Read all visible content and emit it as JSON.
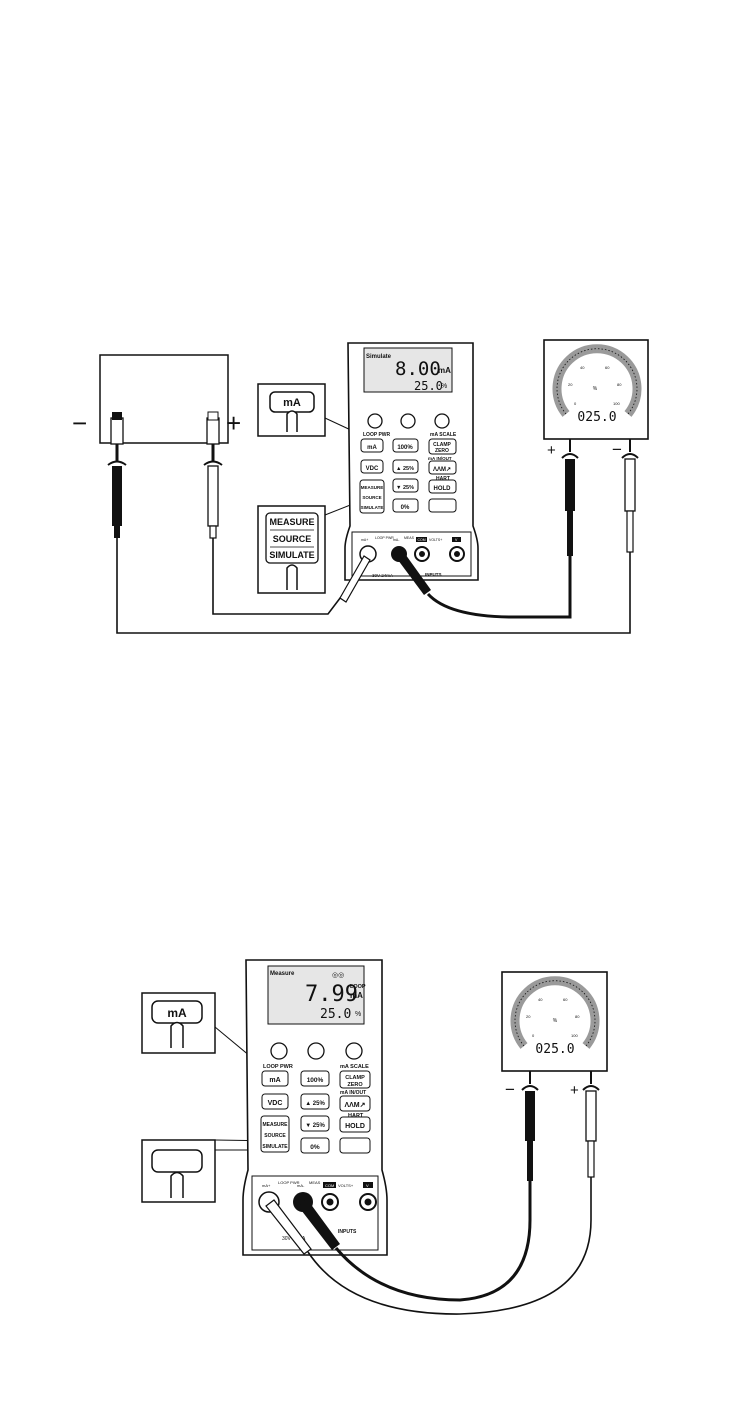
{
  "colors": {
    "ink": "#111111",
    "paper": "#ffffff",
    "lcd": "#e6e6e6",
    "gauge_band": "#9a9a9a"
  },
  "simulate_diagram": {
    "callout_button": "mA",
    "callout_mode": [
      "MEASURE",
      "SOURCE",
      "SIMULATE"
    ],
    "supply_minus": "−",
    "supply_plus": "+",
    "meter_plus": "+",
    "meter_minus": "−",
    "calibrator": {
      "mode_label": "Simulate",
      "primary": "8.00",
      "primary_unit": "mA",
      "secondary": "25.0",
      "secondary_unit": "%",
      "top_keys": [
        "power-icon",
        "backlight-icon",
        "brightness-icon"
      ],
      "loop_pwr": "LOOP PWR",
      "ma_scale": "mA SCALE",
      "btn_ma": "mA",
      "btn_100": "100%",
      "btn_clamp": "CLAMP",
      "btn_zero": "ZERO",
      "ma_in_out": "mA IN/OUT",
      "btn_vdc": "VDC",
      "btn_up25": "▲ 25%",
      "btn_wave": "ΛΛM↗",
      "hart": "HART",
      "btn_down25": "▼ 25%",
      "btn_hold": "HOLD",
      "btn_mode": [
        "MEASURE",
        "SOURCE",
        "SIMULATE"
      ],
      "btn_0": "0%",
      "jack_labels": [
        "mA+",
        "LOOP PWR",
        "mA-",
        "MEAS",
        "COM",
        "VOLTS+",
        "V"
      ],
      "inputs": "INPUTS",
      "warning": "30V 24mA"
    },
    "gauge": {
      "ticks": [
        "0",
        "20",
        "40",
        "60",
        "80",
        "100"
      ],
      "unit": "%",
      "readout": "025.0"
    }
  },
  "measure_diagram": {
    "callout_button": "mA",
    "meter_minus": "−",
    "meter_plus": "+",
    "calibrator": {
      "mode_label": "Measure",
      "primary": "7.99",
      "primary_unit_top": "LOOP",
      "primary_unit": "mA",
      "secondary": "25.0",
      "secondary_unit": "%",
      "top_keys": [
        "power-icon",
        "backlight-icon",
        "brightness-icon"
      ],
      "loop_pwr": "LOOP PWR",
      "ma_scale": "mA SCALE",
      "btn_ma": "mA",
      "btn_100": "100%",
      "btn_clamp": "CLAMP",
      "btn_zero": "ZERO",
      "ma_in_out": "mA IN/OUT",
      "btn_vdc": "VDC",
      "btn_up25": "▲ 25%",
      "btn_wave": "ΛΛM↗",
      "hart": "HART",
      "btn_down25": "▼ 25%",
      "btn_hold": "HOLD",
      "btn_mode": [
        "MEASURE",
        "SOURCE",
        "SIMULATE"
      ],
      "btn_0": "0%",
      "jack_labels": [
        "mA+",
        "LOOP PWR",
        "mA-",
        "MEAS",
        "COM",
        "VOLTS+",
        "V"
      ],
      "inputs": "INPUTS",
      "warning": "30V 24mA"
    },
    "gauge": {
      "ticks": [
        "0",
        "20",
        "40",
        "60",
        "80",
        "100"
      ],
      "unit": "%",
      "readout": "025.0"
    }
  }
}
